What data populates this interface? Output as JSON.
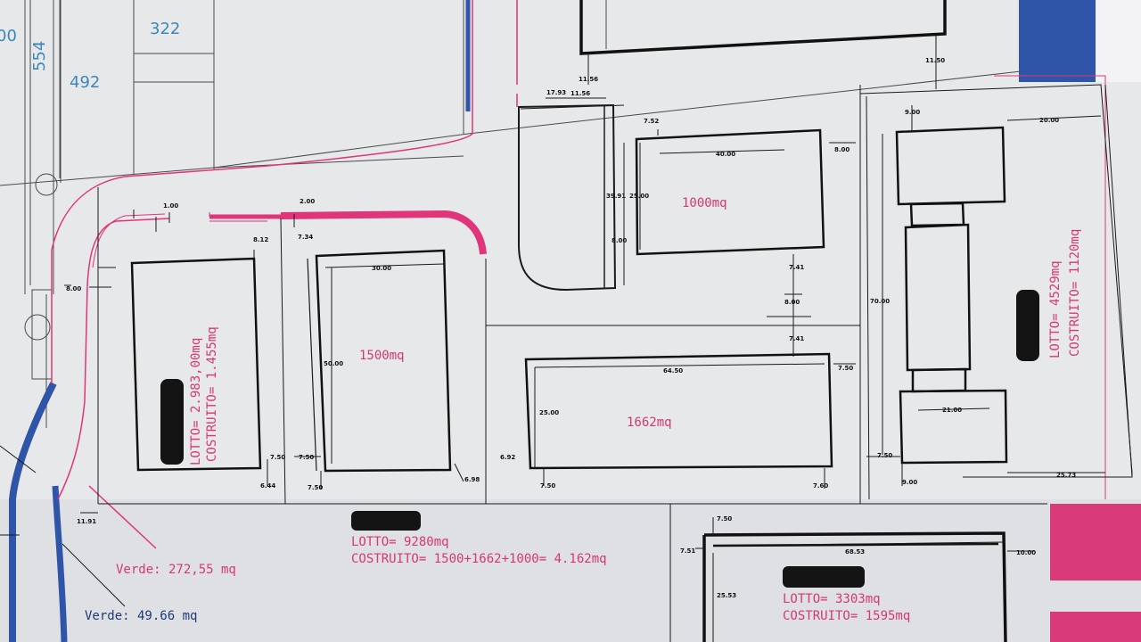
{
  "parcel_numbers": {
    "p322": "322",
    "p492": "492",
    "p554": "554",
    "p00": "00"
  },
  "buildings": {
    "b1000": "1000mq",
    "b1500": "1500mq",
    "b1662": "1662mq"
  },
  "lots": {
    "left": {
      "lotto": "LOTTO= 2.983,00mq",
      "costruito": "COSTRUITO= 1.455mq"
    },
    "center": {
      "lotto": "LOTTO= 9280mq",
      "costruito": "COSTRUITO= 1500+1662+1000= 4.162mq"
    },
    "right": {
      "lotto": "LOTTO= 4529mq",
      "costruito": "COSTRUITO= 1120mq"
    },
    "bottom_right": {
      "lotto": "LOTTO= 3303mq",
      "costruito": "COSTRUITO= 1595mq"
    }
  },
  "verde": {
    "v1": "Verde: 272,55 mq",
    "v2": "Verde: 49.66 mq"
  },
  "dims": {
    "d1": "11.56",
    "d2": "11.50",
    "d3": "17.93",
    "d4": "11.56",
    "d5": "7.52",
    "d6": "40.00",
    "d7": "8.00",
    "d8": "39.91",
    "d9": "25.00",
    "d10": "8.00",
    "d11": "7.41",
    "d12": "8.00",
    "d13": "7.41",
    "d14": "9.00",
    "d15": "20.00",
    "d16": "70.00",
    "d17": "7.50",
    "d18": "64.50",
    "d19": "25.00",
    "d20": "7.50",
    "d21": "21.00",
    "d22": "7.50",
    "d23": "9.00",
    "d24": "25.73",
    "d25": "1.00",
    "d26": "2.00",
    "d27": "8.12",
    "d28": "7.34",
    "d29": "30.00",
    "d30": "50.00",
    "d31": "8.00",
    "d32": "7.50",
    "d33": "7.50",
    "d34": "6.44",
    "d35": "7.50",
    "d36": "6.98",
    "d37": "6.92",
    "d38": "7.50",
    "d39": "7.60",
    "d40": "11.91",
    "d41": "7.50",
    "d42": "7.51",
    "d43": "68.53",
    "d44": "10.00",
    "d45": "25.53"
  },
  "colors": {
    "magenta": "#e0357a",
    "blue": "#2f55a8",
    "text_pink": "#d63870"
  }
}
